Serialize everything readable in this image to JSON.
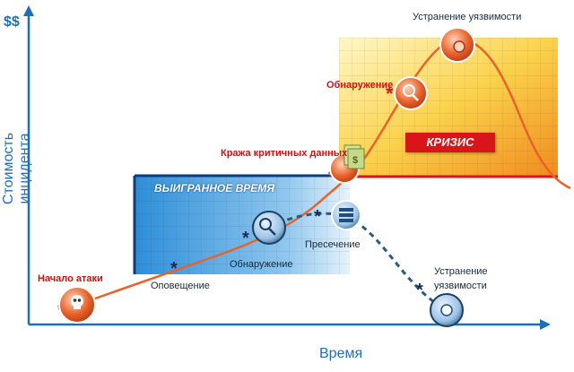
{
  "axes": {
    "y_label": "Стоимость инцидента",
    "x_label": "Время",
    "money": "$$"
  },
  "zones": {
    "won_time": "ВЫИГРАННОЕ ВРЕМЯ",
    "crisis": "КРИЗИС"
  },
  "events": {
    "attack_start": "Начало атаки",
    "notification": "Оповещение",
    "detection_early": "Обнаружение",
    "data_theft": "Кража критичных данных",
    "interception": "Пресечение",
    "detection_late": "Обнаружение",
    "fix_late": "Устранение уязвимости",
    "fix_early_line1": "Устранение",
    "fix_early_line2": "уязвимости"
  },
  "colors": {
    "axis": "#1f6fb8",
    "curve": "#e8622a",
    "dashed": "#2a5b7a",
    "crisis": "#d8161a",
    "won_zone": "#2c8fd8"
  },
  "icons": {
    "attack": "skull-icon",
    "detection": "magnifier-icon",
    "interception": "server-icon",
    "data_theft": "money-documents-icon",
    "fix": "gear-icon"
  }
}
